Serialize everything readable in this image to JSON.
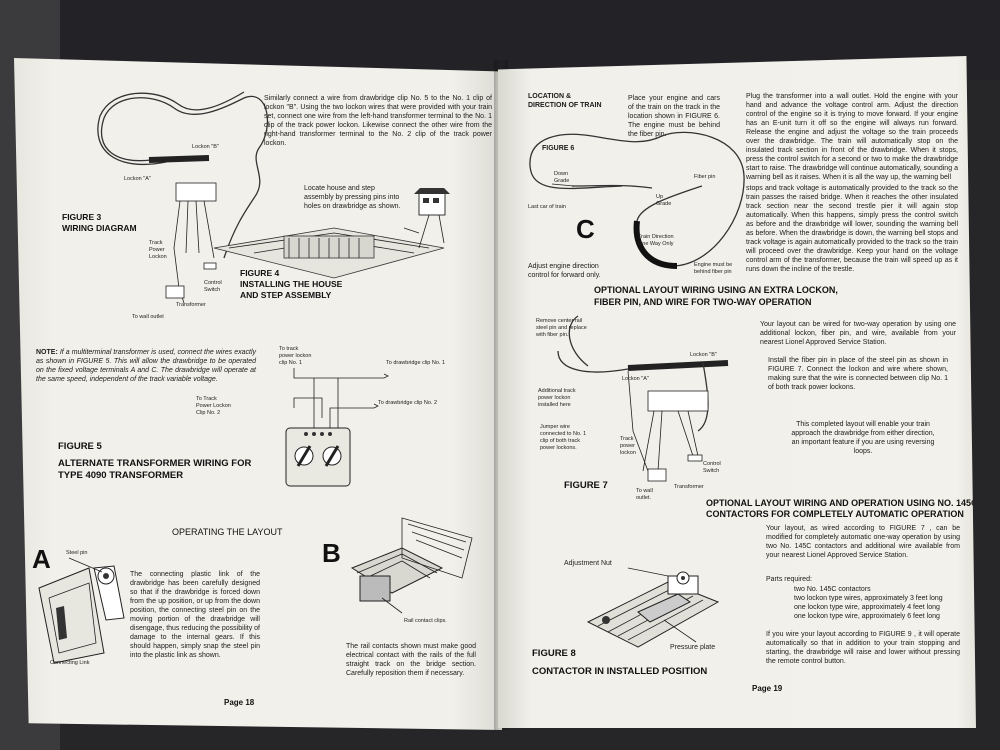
{
  "left_page": {
    "intro_text": "Similarly connect a wire from drawbridge clip No. 5 to the No. 1 clip of lockon \"B\". Using the two lockon wires that were provided with your train set, connect one wire from the left-hand transformer terminal to the No. 1 clip of the track power lockon. Likewise connect the other wire from the right-hand transformer terminal to the No. 2 clip of the track power lockon.",
    "fig3_caption": "FIGURE 3\nWIRING DIAGRAM",
    "fig3_labels": {
      "lockon_b": "Lockon \"B\"",
      "lockon_a": "Lockon \"A\"",
      "track_power": "Track\nPower\nLockon",
      "control_switch": "Control\nSwitch",
      "transformer": "Transformer",
      "outlet": "To wall outlet"
    },
    "house_text": "Locate house and step assembly by pressing pins into holes on drawbridge as shown.",
    "fig4_caption": "FIGURE 4\nINSTALLING THE HOUSE\nAND STEP ASSEMBLY",
    "note_label": "NOTE:",
    "note_text": "If a multiterminal transformer is used, connect the wires exactly as shown in FIGURE 5. This will allow the drawbridge to be operated on the fixed voltage terminals A and C. The drawbridge will operate at the same speed, independent of the track variable voltage.",
    "fig5_labels": {
      "to_track_1": "To track\npower lockon\nclip No. 1",
      "to_db_1": "To drawbridge clip No. 1",
      "to_track_2": "To Track\nPower Lockon\nClip No. 2",
      "to_db_2": "To drawbridge clip No. 2"
    },
    "fig5_caption": "FIGURE 5",
    "fig5_title": "ALTERNATE TRANSFORMER WIRING FOR\nTYPE 4090 TRANSFORMER",
    "operating_title": "OPERATING THE LAYOUT",
    "letter_a": "A",
    "letter_b": "B",
    "a_labels": {
      "steel_pin": "Steel pin",
      "connecting_link": "Connecting Link"
    },
    "b_labels": {
      "rail_clips": "Rail contact clips."
    },
    "plastic_link_text": "The connecting plastic link of the drawbridge has been carefully designed so that if the drawbridge is forced down from the up position, or up from the down position, the connecting steel pin on the moving portion of the drawbridge will disengage, thus reducing the possibility of damage to the internal gears. If this should happen, simply snap the steel pin into the plastic link as shown.",
    "rail_contacts_text": "The rail contacts shown must make good electrical contact with the rails of the full straight track on the bridge section. Carefully reposition them if necessary.",
    "page_number": "Page 18"
  },
  "right_page": {
    "location_title": "LOCATION &\nDIRECTION OF TRAIN",
    "place_text": "Place your engine and cars of the train on the track in the location shown in FIGURE 6. The engine must be behind the fiber pin.",
    "plug_text": "Plug the transformer into a wall outlet. Hold the engine with your hand and advance the voltage control arm. Adjust the direction control of the engine so it is trying to move forward. If your engine has an E-unit turn it off so the engine will always run forward. Release the engine and adjust the voltage so the train proceeds over the drawbridge. The train will automatically stop on the insulated track section in front of the drawbridge. When it stops, press the control switch for a second or two to make the drawbridge start to raise. The drawbridge will continue automatically, sounding a warning bell as it raises. When it is all the way up, the warning bell",
    "stops_text": "stops and track voltage is automatically provided to the track so the train passes the raised bridge. When it reaches the other insulated track section near the second trestle pier it will again stop automatically. When this happens, simply press the control switch as before and the drawbridge will lower, sounding the warning bell as before. When the drawbridge is down, the warning bell stops and track voltage is again automatically provided to the track so the train will proceed over the drawbridge. Keep your hand on the voltage control arm of the transformer, because the train will speed up as it runs down the incline of the trestle.",
    "fig6_caption": "FIGURE 6",
    "fig6_labels": {
      "down_grade": "Down\nGrade",
      "fiber_pin": "Fiber pin",
      "up_grade": "Up\nGrade",
      "last_car": "Last car of train",
      "letter_c": "C",
      "direction": "Train Direction\nOne Way Only",
      "engine": "Engine must be\nbehind fiber pin"
    },
    "adjust_text": "Adjust engine direction control for forward only.",
    "optional_title": "OPTIONAL LAYOUT WIRING USING AN EXTRA LOCKON,\nFIBER PIN, AND WIRE FOR TWO-WAY OPERATION",
    "fig7_labels": {
      "remove_rail": "Remove center rail\nsteel pin and replace\nwith fiber pin.",
      "lockon_b": "Lockon \"B\"",
      "lockon_a": "Lockon \"A\"",
      "additional": "Additional track\npower lockon\ninstalled here",
      "jumper": "Jumper wire\nconnected to No. 1\nclip of both track\npower lockons.",
      "track_power": "Track\npower\nlockon",
      "control_switch": "Control\nSwitch",
      "transformer": "Transformer",
      "outlet": "To wall\noutlet."
    },
    "two_way_text": "Your layout can be wired for two-way operation by using one additional lockon, fiber pin, and wire, available from your nearest Lionel Approved Service Station.",
    "install_text": "Install the fiber pin in place of the steel pin as shown in FIGURE 7. Connect the lockon and wire where shown, making sure that the wire is connected between clip No. 1 of both track power lockons.",
    "completed_text": "This completed layout will enable your train approach the drawbridge from either direction, an important feature if you are using reversing loops.",
    "fig7_caption": "FIGURE 7",
    "contactors_title": "OPTIONAL LAYOUT WIRING AND OPERATION USING NO. 145C\nCONTACTORS FOR COMPLETELY AUTOMATIC OPERATION",
    "modified_text": "Your layout, as wired according to FIGURE 7 , can be modified for completely automatic one-way operation by using two No. 145C contactors and additional wire available from your nearest Lionel Approved Service Station.",
    "parts_title": "Parts required:",
    "parts": [
      "two No. 145C contactors",
      "two lockon type wires, approximately 3 feet long",
      "one lockon type wire, approximately 4 feet long",
      "one lockon type wire, approximately 6 feet long"
    ],
    "fig8_labels": {
      "adjustment_nut": "Adjustment Nut",
      "pressure_plate": "Pressure plate"
    },
    "fig8_caption": "FIGURE 8",
    "fig8_title": "CONTACTOR IN INSTALLED POSITION",
    "figure9_text": "If you wire your layout according to FIGURE 9 , it will operate automatically so that in addition to your train stopping and starting, the drawbridge will raise and lower without pressing the remote control button.",
    "page_number": "Page 19"
  }
}
